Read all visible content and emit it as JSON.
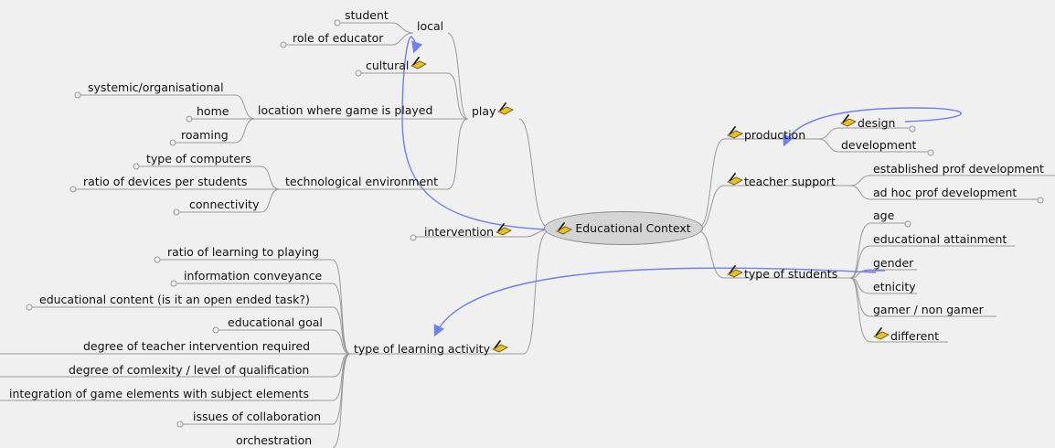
{
  "root": {
    "label": "Educational Context",
    "icon": "pencil-note-icon"
  },
  "left": {
    "play": {
      "label": "play",
      "icon": "pencil-note-icon",
      "children": {
        "local": {
          "label": "local",
          "children": [
            "student",
            "role of educator"
          ]
        },
        "cultural": {
          "label": "cultural",
          "icon": "pencil-note-icon"
        },
        "location": {
          "label": "location where game is played",
          "children": [
            "systemic/organisational",
            "home",
            "roaming"
          ]
        },
        "tech": {
          "label": "technological environment",
          "children": [
            "type of computers",
            "ratio of devices per students",
            "connectivity"
          ]
        }
      }
    },
    "intervention": {
      "label": "intervention",
      "icon": "pencil-note-icon"
    },
    "learning": {
      "label": "type of learning activity",
      "icon": "pencil-note-icon",
      "children": [
        "ratio of learning to playing",
        "information conveyance",
        "educational content (is it an open ended task?)",
        "educational goal",
        "degree of teacher intervention required",
        "degree of comlexity / level of qualification",
        "integration of game elements with subject elements",
        "issues of collaboration",
        "orchestration"
      ]
    }
  },
  "right": {
    "production": {
      "label": "production",
      "icon": "pencil-note-icon",
      "children": {
        "design": "design",
        "development": "development"
      }
    },
    "teacher_support": {
      "label": "teacher support",
      "icon": "pencil-note-icon",
      "children": [
        "established prof development",
        "ad hoc prof development"
      ]
    },
    "students": {
      "label": "type of students",
      "icon": "pencil-note-icon",
      "children": [
        "age",
        "educational attainment",
        "gender",
        "etnicity",
        "gamer / non gamer"
      ],
      "different": {
        "label": "different",
        "icon": "pencil-note-icon"
      }
    }
  },
  "colors": {
    "background": "#f0f0f0",
    "edge": "#9a9a9a",
    "link": "#6f7ff5",
    "root_fill": "#d4d4d4"
  }
}
